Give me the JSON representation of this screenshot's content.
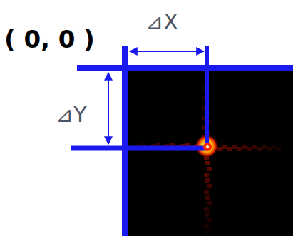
{
  "diagram": {
    "labels": [
      "( 0, 0 )",
      "⊿X",
      "⊿Y"
    ]
  }
}
